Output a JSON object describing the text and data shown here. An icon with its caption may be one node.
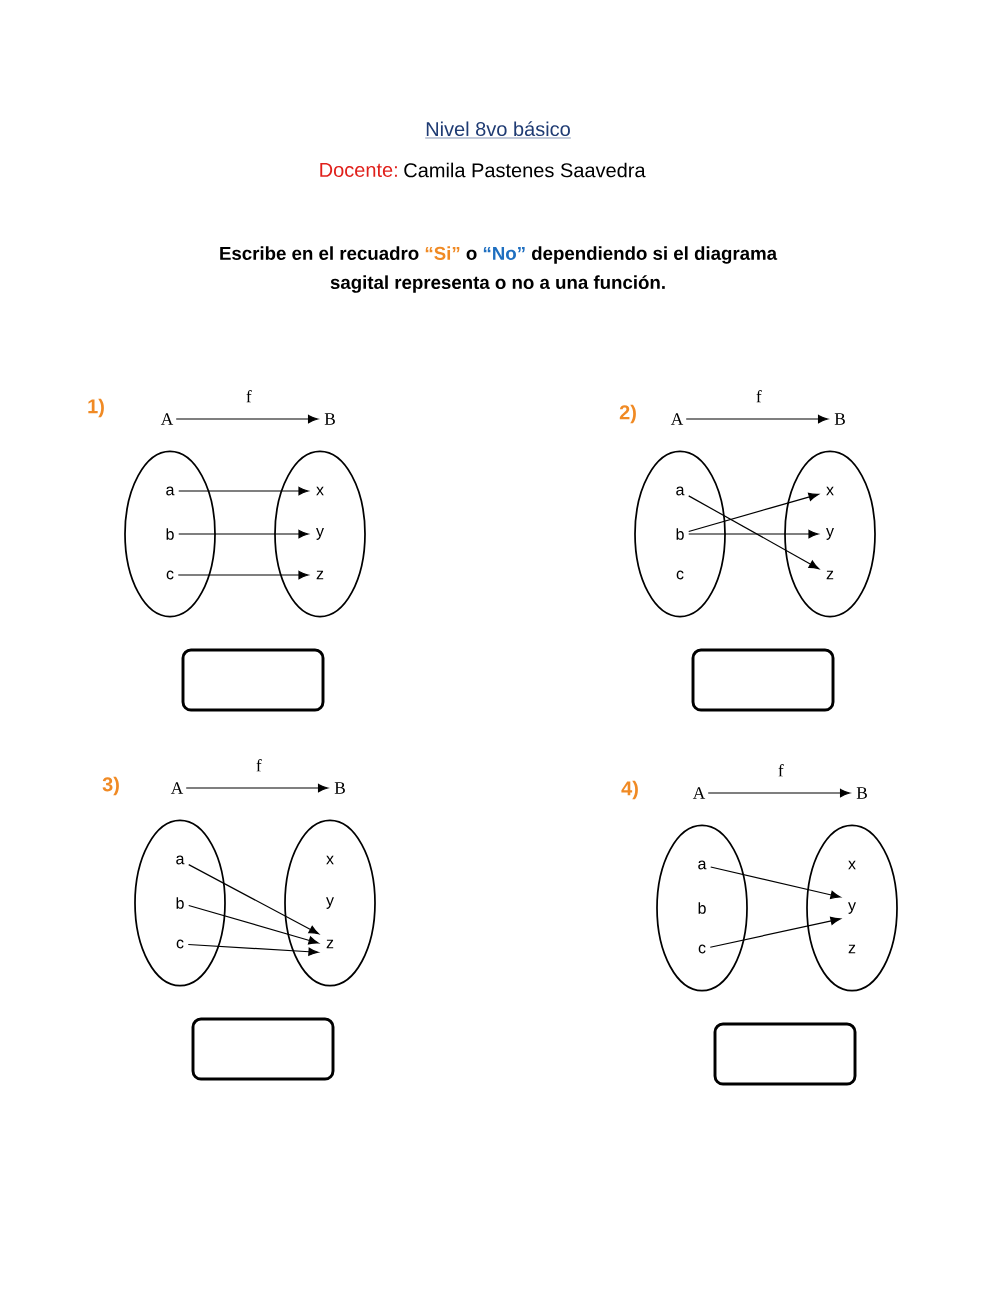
{
  "diagram": {
    "title": "Nivel 8vo básico",
    "nodes": [
      {
        "text": [
          "A"
        ]
      },
      {
        "text": [
          "B"
        ]
      },
      {
        "text": [],
        "shape": "ellipse"
      },
      {
        "text": [
          "a"
        ],
        "in": 2
      },
      {
        "text": [
          "b"
        ],
        "in": 2
      },
      {
        "text": [
          "c"
        ],
        "in": 2
      },
      {
        "text": [],
        "shape": "ellipse"
      },
      {
        "text": [
          "x"
        ],
        "in": 6
      },
      {
        "text": [
          "y"
        ],
        "in": 6
      },
      {
        "text": [
          "z"
        ],
        "in": 6
      },
      {
        "text": [],
        "shape": "box"
      },
      {
        "text": [
          "A"
        ]
      },
      {
        "text": [
          "B"
        ]
      },
      {
        "text": [],
        "shape": "ellipse"
      },
      {
        "text": [
          "a"
        ],
        "in": 13
      },
      {
        "text": [
          "b"
        ],
        "in": 13
      },
      {
        "text": [
          "c"
        ],
        "in": 13
      },
      {
        "text": [],
        "shape": "ellipse"
      },
      {
        "text": [
          "x"
        ],
        "in": 17
      },
      {
        "text": [
          "y"
        ],
        "in": 17
      },
      {
        "text": [
          "z"
        ],
        "in": 17
      },
      {
        "text": [],
        "shape": "box"
      },
      {
        "text": [
          "A"
        ]
      },
      {
        "text": [
          "B"
        ]
      },
      {
        "text": [],
        "shape": "ellipse"
      },
      {
        "text": [
          "a"
        ],
        "in": 24
      },
      {
        "text": [
          "b"
        ],
        "in": 24
      },
      {
        "text": [
          "c"
        ],
        "in": 24
      },
      {
        "text": [],
        "shape": "ellipse"
      },
      {
        "text": [
          "x"
        ],
        "in": 28
      },
      {
        "text": [
          "y"
        ],
        "in": 28
      },
      {
        "text": [
          "z"
        ],
        "in": 28
      },
      {
        "text": [],
        "shape": "box"
      },
      {
        "text": [
          "A"
        ]
      },
      {
        "text": [
          "B"
        ]
      },
      {
        "text": [],
        "shape": "ellipse"
      },
      {
        "text": [
          "a"
        ],
        "in": 35
      },
      {
        "text": [
          "b"
        ],
        "in": 35
      },
      {
        "text": [
          "c"
        ],
        "in": 35
      },
      {
        "text": [],
        "shape": "ellipse"
      },
      {
        "text": [
          "x"
        ],
        "in": 39
      },
      {
        "text": [
          "y"
        ],
        "in": 39
      },
      {
        "text": [
          "z"
        ],
        "in": 39
      },
      {
        "text": [],
        "shape": "box"
      }
    ],
    "edges": [
      {
        "from": 0,
        "to": 1,
        "arrow": "to",
        "label": "f"
      },
      {
        "from": 3,
        "to": 7,
        "arrow": "to"
      },
      {
        "from": 4,
        "to": 8,
        "arrow": "to"
      },
      {
        "from": 5,
        "to": 9,
        "arrow": "to"
      },
      {
        "from": 11,
        "to": 12,
        "arrow": "to",
        "label": "f"
      },
      {
        "from": 14,
        "to": 20,
        "arrow": "to"
      },
      {
        "from": 15,
        "to": 18,
        "arrow": "to"
      },
      {
        "from": 15,
        "to": 19,
        "arrow": "to"
      },
      {
        "from": 22,
        "to": 23,
        "arrow": "to",
        "label": "f"
      },
      {
        "from": 25,
        "to": 31,
        "arrow": "to"
      },
      {
        "from": 26,
        "to": 31,
        "arrow": "to"
      },
      {
        "from": 27,
        "to": 31,
        "arrow": "to"
      },
      {
        "from": 33,
        "to": 34,
        "arrow": "to",
        "label": "f"
      },
      {
        "from": 36,
        "to": 41,
        "arrow": "to"
      },
      {
        "from": 38,
        "to": 41,
        "arrow": "to"
      }
    ],
    "labels": [
      "Docente:",
      "Camila Pastenes Saavedra",
      "Escribe en el recuadro",
      "“Si”",
      "o",
      "“No”",
      "dependiendo si el diagrama",
      "sagital representa o no a una función.",
      "1)",
      "2)",
      "3)",
      "4)"
    ]
  }
}
